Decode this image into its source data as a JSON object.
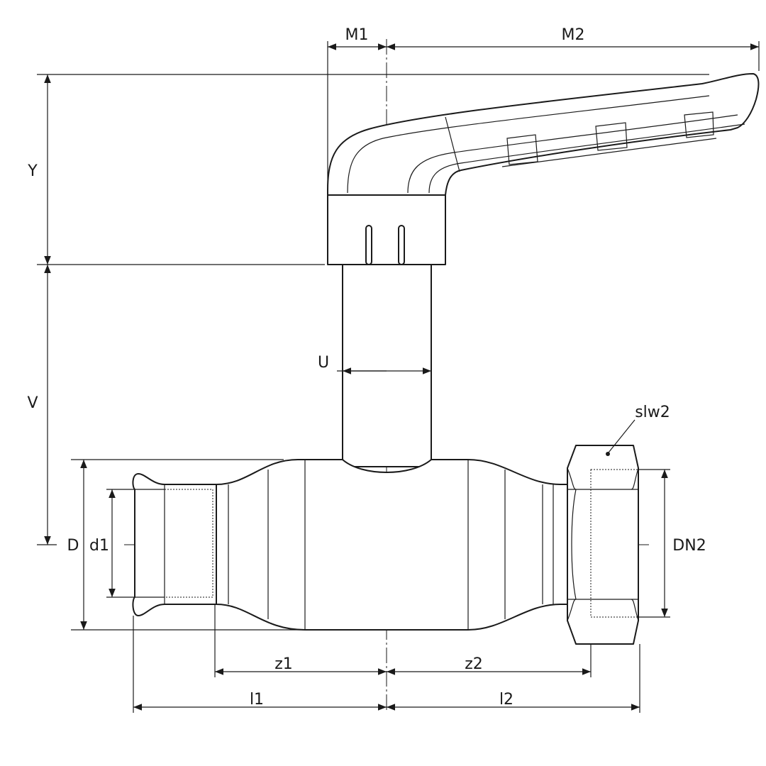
{
  "drawing": {
    "title": "Ball valve with lever handle – dimension drawing",
    "dimensions": {
      "M1": "M1",
      "M2": "M2",
      "Y": "Y",
      "V": "V",
      "U": "U",
      "D": "D",
      "d1": "d1",
      "slw2": "slw2",
      "DN2": "DN2",
      "z1": "z1",
      "z2": "z2",
      "l1": "l1",
      "l2": "l2"
    },
    "line_color": "#1a1a1a"
  }
}
